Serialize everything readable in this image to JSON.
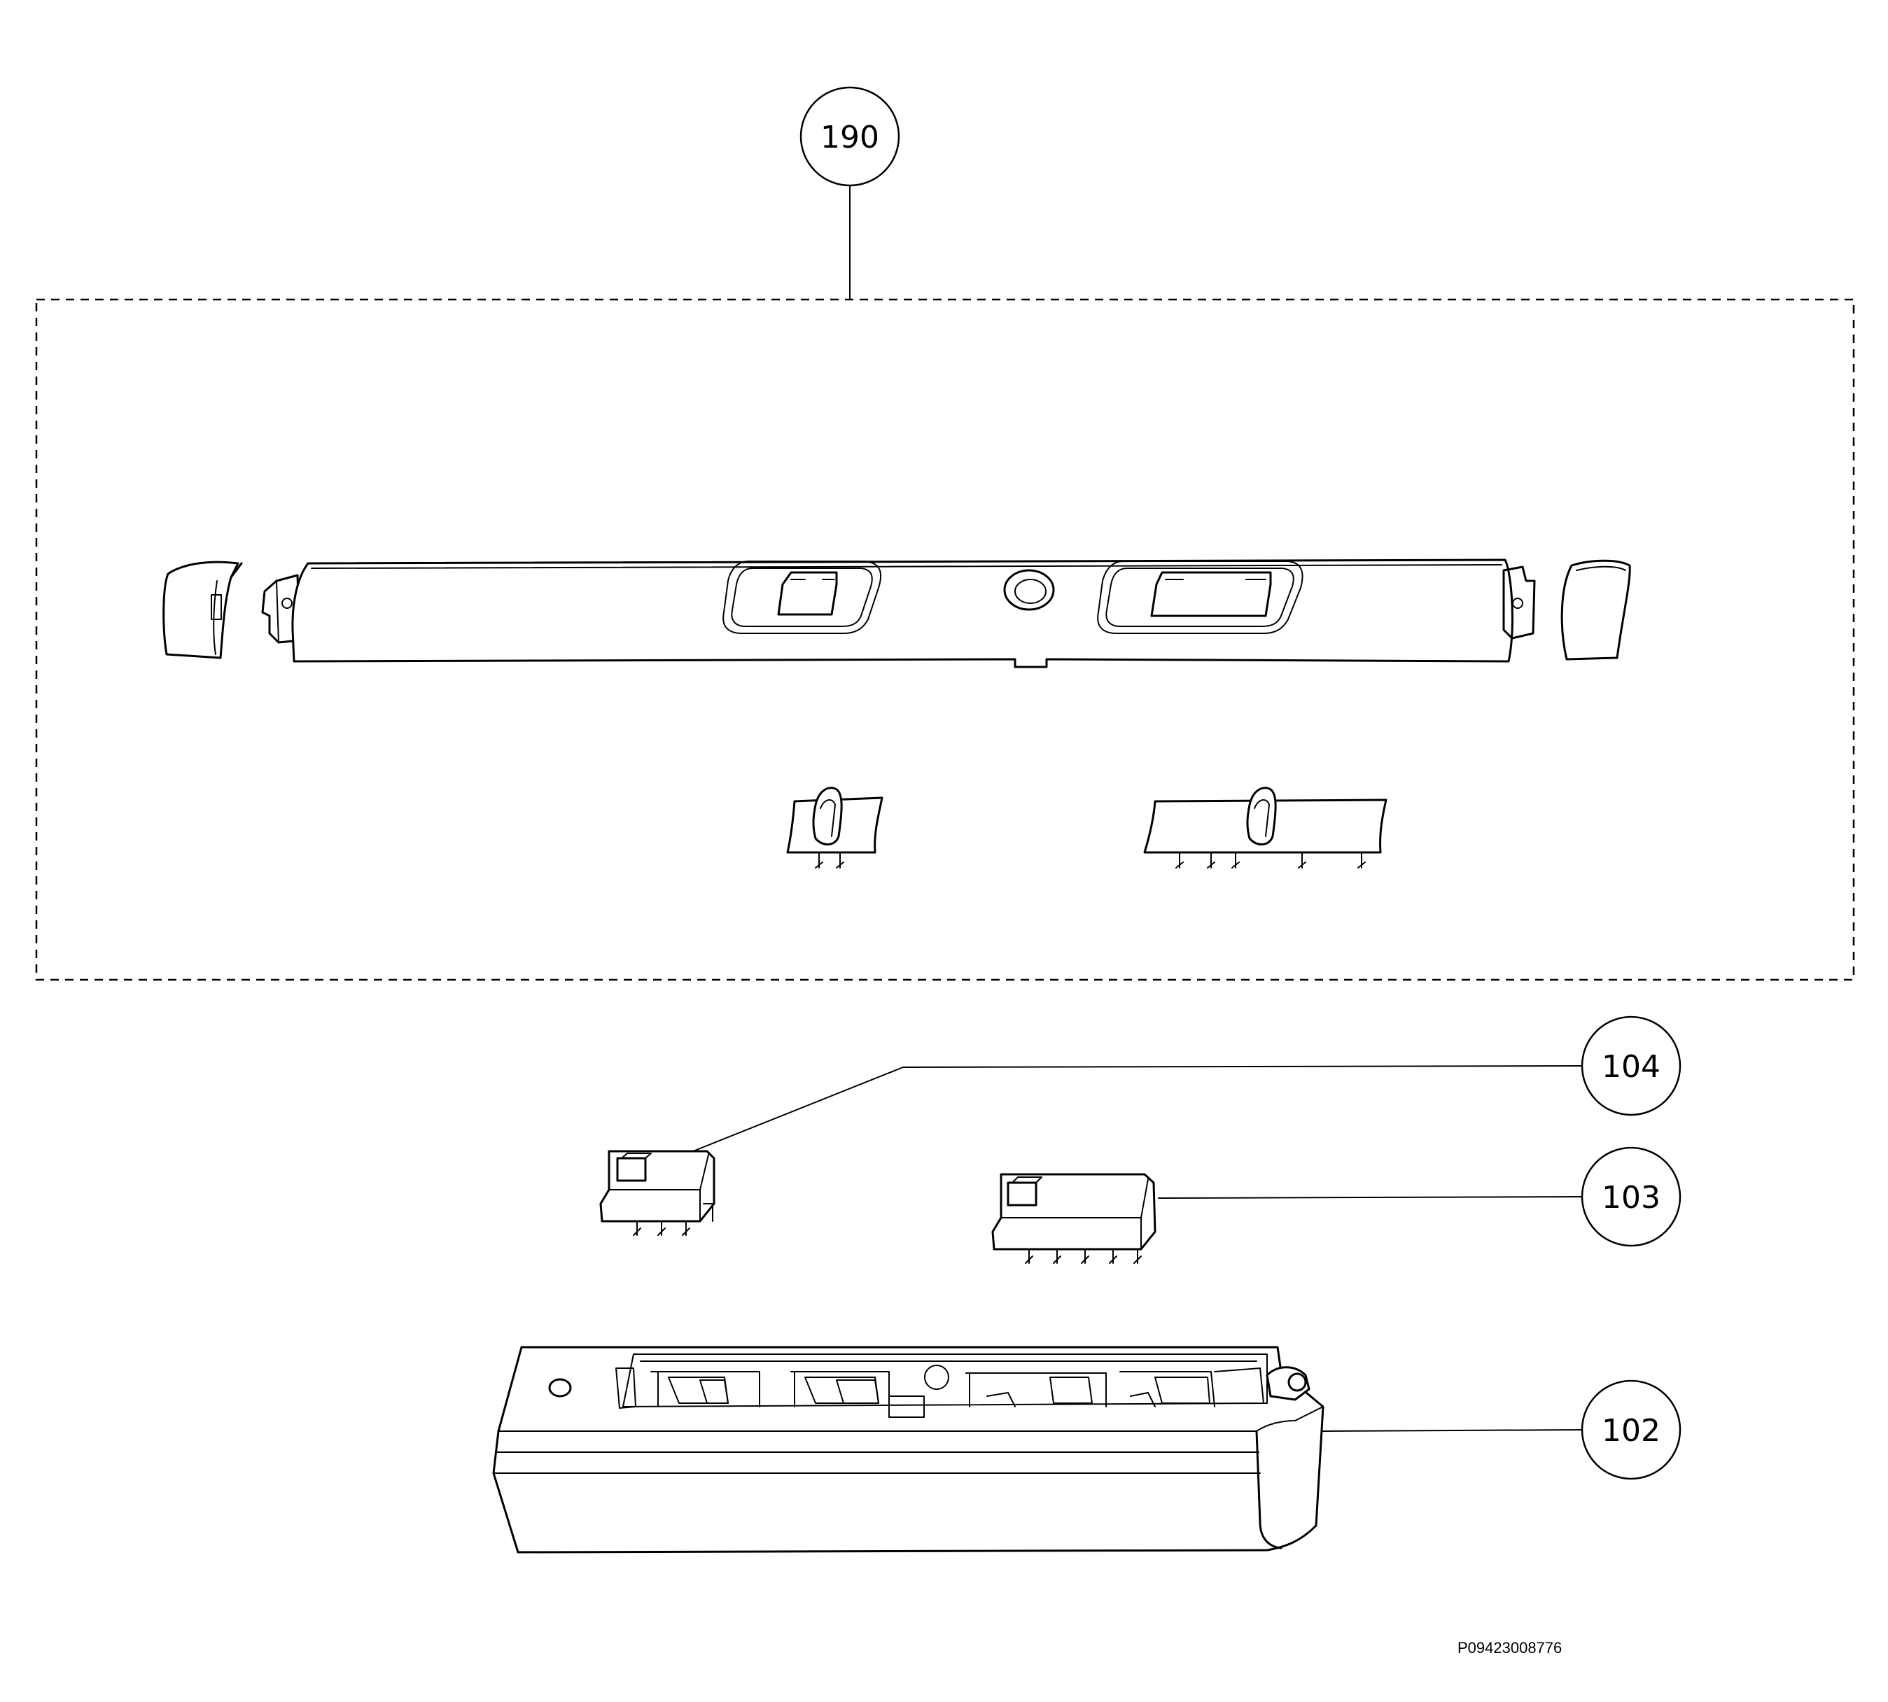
{
  "callouts": {
    "assembly": "190",
    "switch_small": "104",
    "switch_large": "103",
    "housing": "102"
  },
  "drawing_code": "P09423008776",
  "colors": {
    "line": "#000000",
    "background": "#ffffff"
  }
}
